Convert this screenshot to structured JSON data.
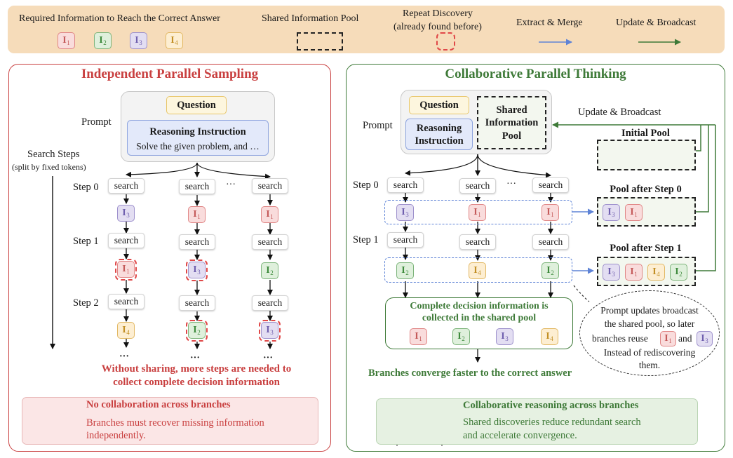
{
  "legend": {
    "required_label": "Required Information to Reach the Correct Answer",
    "shared_pool_label": "Shared Information Pool",
    "repeat_label_1": "Repeat Discovery",
    "repeat_label_2": "(already found before)",
    "extract_label": "Extract & Merge",
    "update_label": "Update & Broadcast"
  },
  "tokens": {
    "t1": {
      "base": "I",
      "sub": "1"
    },
    "t2": {
      "base": "I",
      "sub": "2"
    },
    "t3": {
      "base": "I",
      "sub": "3"
    },
    "t4": {
      "base": "I",
      "sub": "4"
    }
  },
  "left": {
    "title": "Independent Parallel Sampling",
    "prompt_label": "Prompt",
    "question": "Question",
    "ri_title": "Reasoning Instruction",
    "ri_text": "Solve the given problem, and …",
    "search_steps": "Search Steps",
    "split_note": "(split by fixed tokens)",
    "step0": "Step 0",
    "step1": "Step 1",
    "step2": "Step 2",
    "search": "search",
    "ellipsis": "···",
    "vdots": "···",
    "warning_1": "Without sharing, more steps are needed to",
    "warning_2": "collect complete decision information",
    "note_title": "No collaboration across branches",
    "note_1": "Branches must recover missing information",
    "note_2": "independently."
  },
  "right": {
    "title": "Collaborative Parallel Thinking",
    "prompt_label": "Prompt",
    "question": "Question",
    "ri_1": "Reasoning",
    "ri_2": "Instruction",
    "shared_1": "Shared",
    "shared_2": "Information",
    "shared_3": "Pool",
    "update_label": "Update & Broadcast",
    "initial_pool": "Initial Pool",
    "pool_step0": "Pool after Step 0",
    "pool_step1": "Pool after Step 1",
    "step0": "Step 0",
    "step1": "Step 1",
    "search": "search",
    "ellipsis": "···",
    "complete_1": "Complete decision information is",
    "complete_2": "collected in the shared pool",
    "converge": "Branches converge faster to the correct answer",
    "bubble_1": "Prompt updates broadcast",
    "bubble_2": "the shared pool, so later",
    "bubble_3a": "branches reuse",
    "bubble_3b": "and",
    "bubble_4": "Instead of rediscovering",
    "bubble_5": "them.",
    "note_title": "Collaborative reasoning across branches",
    "note_1": "Shared discoveries reduce redundant search",
    "note_2": "and accelerate convergence."
  },
  "colors": {
    "red": "#c94040",
    "green": "#3e7a38",
    "blue": "#5e83d6",
    "legend_bg": "#f6dcba"
  }
}
